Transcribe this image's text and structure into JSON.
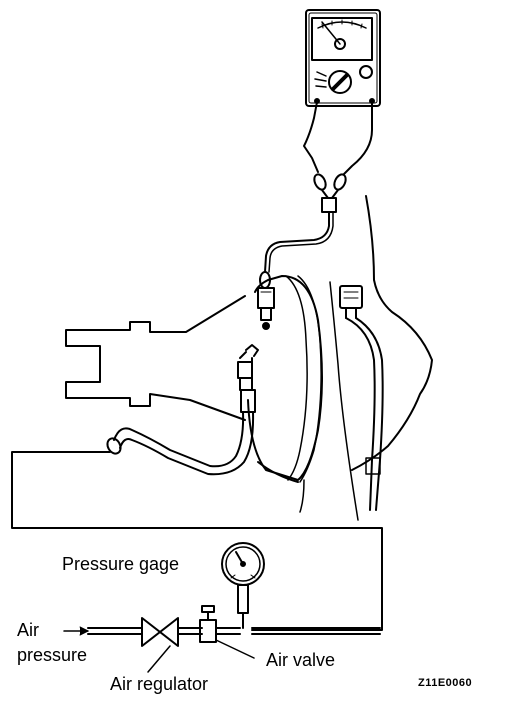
{
  "labels": {
    "pressure_gage": "Pressure gage",
    "air_pressure_line1": "Air",
    "air_pressure_line2": "pressure",
    "air_valve": "Air valve",
    "air_regulator": "Air regulator"
  },
  "figure_code": "Z11E0060",
  "colors": {
    "ink": "#000000",
    "paper": "#ffffff"
  }
}
